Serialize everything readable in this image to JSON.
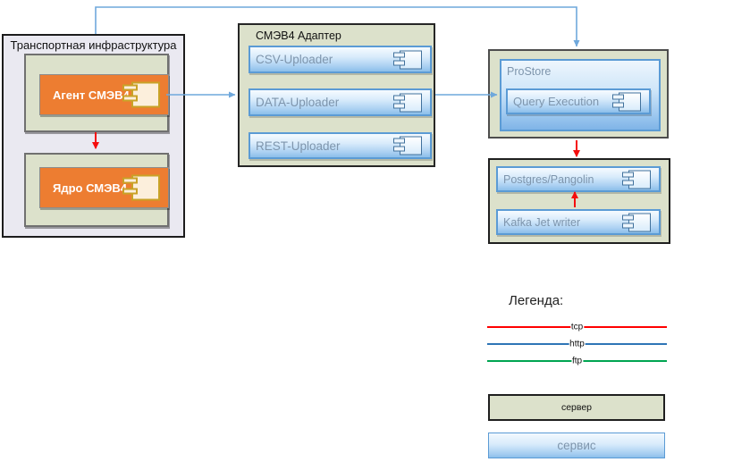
{
  "diagram": {
    "transport": {
      "title": "Транспортная инфраструктура",
      "agent_label": "Агент СМЭВ4",
      "core_label": "Ядро СМЭВ4"
    },
    "adapter": {
      "title": "СМЭВ4 Адаптер",
      "uploaders": [
        "CSV-Uploader",
        "DATA-Uploader",
        "REST-Uploader"
      ]
    },
    "prostore": {
      "title": "ProStore",
      "component": "Query Execution"
    },
    "storage": {
      "postgres_label": "Postgres/Pangolin",
      "kafka_label": "Kafka Jet writer"
    },
    "legend": {
      "title": "Легенда:",
      "lines": [
        {
          "label": "tcp",
          "color": "#ff0000"
        },
        {
          "label": "http",
          "color": "#2e75b6"
        },
        {
          "label": "ftp",
          "color": "#00a551"
        }
      ],
      "server_label": "сервер",
      "service_label": "сервис"
    },
    "colors": {
      "connector_blue": "#6fa8dc",
      "connector_red": "#f50d0d",
      "service_border": "#5b9bd5",
      "service_text": "#7e95ac",
      "server_fill": "#dce1cb",
      "container_fill": "#eae9f1",
      "agent_fill": "#ed7d31"
    }
  }
}
